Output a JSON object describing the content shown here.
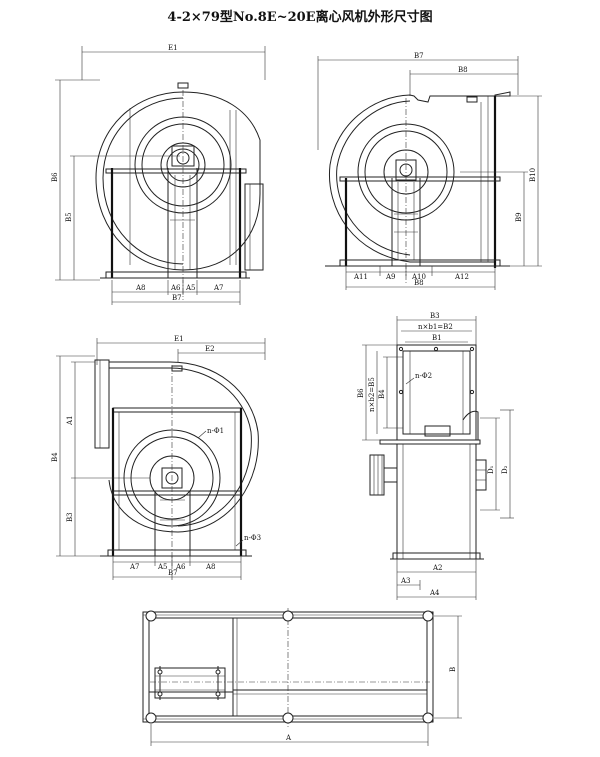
{
  "title": "4-2×79型No.8E~20E离心风机外形尺寸图",
  "views": {
    "top_left": {
      "labels": {
        "E1": "E1",
        "B6": "B6",
        "B5": "B5",
        "A8": "A8",
        "A6": "A6",
        "A5": "A5",
        "A7": "A7",
        "B7": "B7"
      }
    },
    "top_right": {
      "labels": {
        "B7": "B7",
        "B8": "B8",
        "B10": "B10",
        "B9": "B9",
        "A11": "A11",
        "A9": "A9",
        "A10": "A10",
        "A12": "A12",
        "B8_bottom": "B8"
      }
    },
    "middle_left": {
      "labels": {
        "E1": "E1",
        "E2": "E2",
        "A1": "A1",
        "B4": "B4",
        "B3": "B3",
        "phi1": "n-Φ1",
        "phi3": "n-Φ3",
        "A7": "A7",
        "A5": "A5",
        "A6": "A6",
        "A8": "A8",
        "B7": "B7"
      }
    },
    "middle_right": {
      "labels": {
        "B3": "B3",
        "nxb1B2": "n×b1=B2",
        "B1": "B1",
        "B6": "B6",
        "nxb2B5": "n×b2=B5",
        "B4": "B4",
        "phi2": "n-Φ2",
        "D1": "D₁",
        "D2": "D₂",
        "A2": "A2",
        "A3": "A3",
        "A4": "A4"
      }
    },
    "bottom": {
      "labels": {
        "A": "A",
        "B": "B"
      }
    }
  }
}
